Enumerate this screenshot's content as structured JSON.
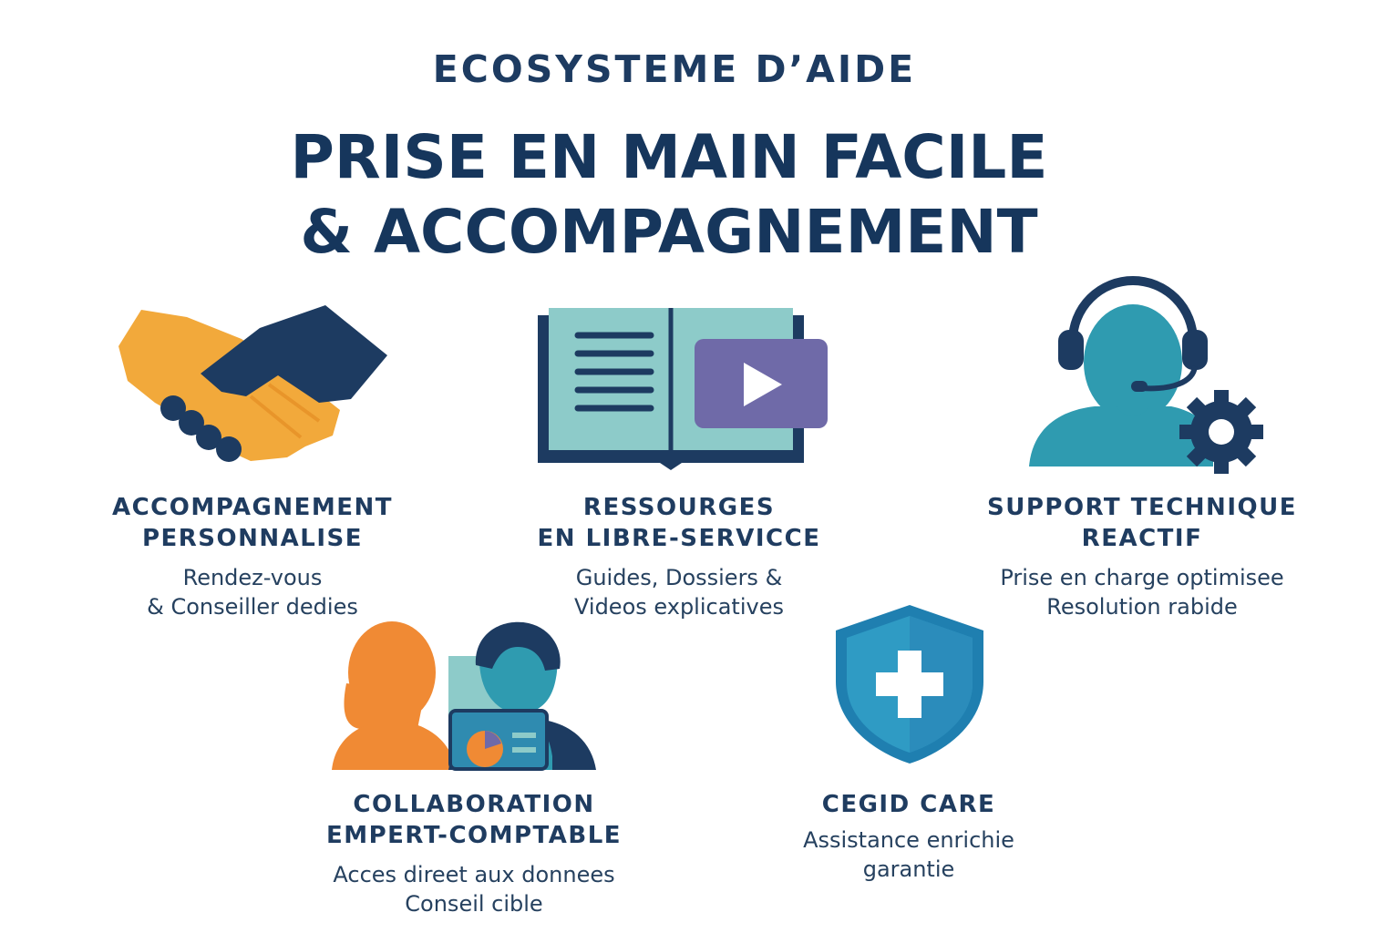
{
  "header": {
    "eyebrow": "ECOSYSTEME D’AIDE",
    "title_line1": "PRISE EN MAIN FACILE",
    "title_line2": "& ACCOMPAGNEMENT"
  },
  "cards": [
    {
      "icon": "handshake-icon",
      "title_line1": "ACCOMPAGNEMENT",
      "title_line2": "PERSONNALISE",
      "text_line1": "Rendez-vous",
      "text_line2": "& Conseiller dedies"
    },
    {
      "icon": "book-video-icon",
      "title_line1": "RESSOURGES",
      "title_line2": "EN LIBRE-SERVICCE",
      "text_line1": "Guides, Dossiers &",
      "text_line2": "Videos explicatives"
    },
    {
      "icon": "support-agent-gear-icon",
      "title_line1": "SUPPORT TECHNIQUE",
      "title_line2": "REACTIF",
      "text_line1": "Prise en charge optimisee",
      "text_line2": "Resolution rabide"
    },
    {
      "icon": "collaboration-people-icon",
      "title_line1": "COLLABORATION",
      "title_line2": "EMPERT-COMPTABLE",
      "text_line1": "Acces direet aux donnees",
      "text_line2": "Conseil cible"
    },
    {
      "icon": "shield-cross-icon",
      "title_line1": "CEGID CARE",
      "title_line2": "",
      "text_line1": "Assistance enrichie",
      "text_line2": "garantie"
    }
  ],
  "colors": {
    "navy": "#1d3b61",
    "orange": "#f2a93b",
    "teal": "#2f9bb0",
    "purple": "#6f6aa8",
    "light_teal": "#8dcbc9"
  }
}
